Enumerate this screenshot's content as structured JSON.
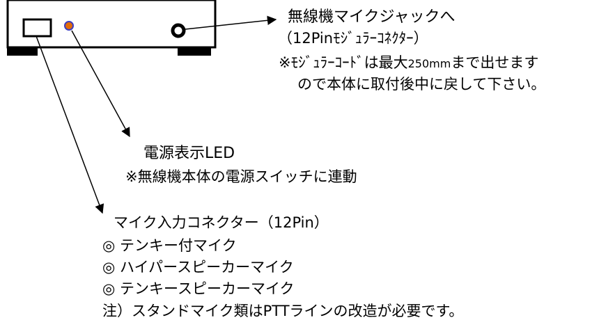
{
  "device": {
    "mic_jack_label": "無線機マイクジャックへ",
    "connector_spec": "（12Pinﾓｼﾞｭﾗｰｺﾈｸﾀｰ）",
    "cord_note_1_prefix": "※ﾓｼﾞｭﾗｰｺｰﾄﾞは最大",
    "cord_note_1_length": "250mm",
    "cord_note_1_suffix": "まで出せます",
    "cord_note_2": "ので本体に取付後中に戻して下さい。",
    "led_label": "電源表示LED",
    "led_note": "※無線機本体の電源スイッチに連動",
    "input_label": "マイク入力コネクター（12Pin）",
    "compatible_mics": [
      "◎  テンキー付マイク",
      "◎  ハイパースピーカーマイク",
      "◎  テンキースピーカーマイク"
    ],
    "footnote": "注）スタンドマイク類はPTTラインの改造が必要です。"
  },
  "colors": {
    "stroke": "#000000",
    "led_fill": "#e36c09",
    "led_ring": "#3f3fbf",
    "box_fill": "#ffffff",
    "foot_fill": "#000000"
  }
}
